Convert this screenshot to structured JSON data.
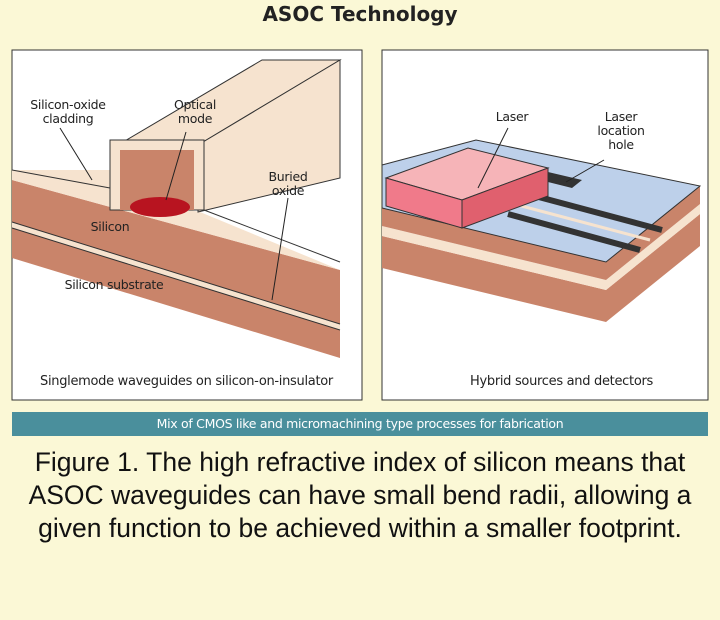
{
  "title": "ASOC Technology",
  "left_panel": {
    "labels": {
      "cladding": "Silicon-oxide cladding",
      "optical_mode": "Optical mode",
      "buried_oxide": "Buried oxide",
      "silicon": "Silicon",
      "substrate": "Silicon substrate"
    },
    "caption": "Singlemode waveguides on silicon-on-insulator"
  },
  "right_panel": {
    "labels": {
      "laser": "Laser",
      "laser_hole": "Laser location hole"
    },
    "caption": "Hybrid sources and detectors"
  },
  "banner": "Mix of CMOS like and micromachining type processes for fabrication",
  "figure_caption": "Figure 1. The high refractive index of silicon means that ASOC waveguides can have small bend radii, allowing a given function to be achieved within a smaller footprint.",
  "colors": {
    "background": "#fbf8d6",
    "panel_bg": "#ffffff",
    "silicon": "#c9846a",
    "oxide": "#f6e3cf",
    "mode": "#b81420",
    "laser": "#f07a8a",
    "wafer_top": "#bdd0ea",
    "banner": "#4a8f9c"
  }
}
